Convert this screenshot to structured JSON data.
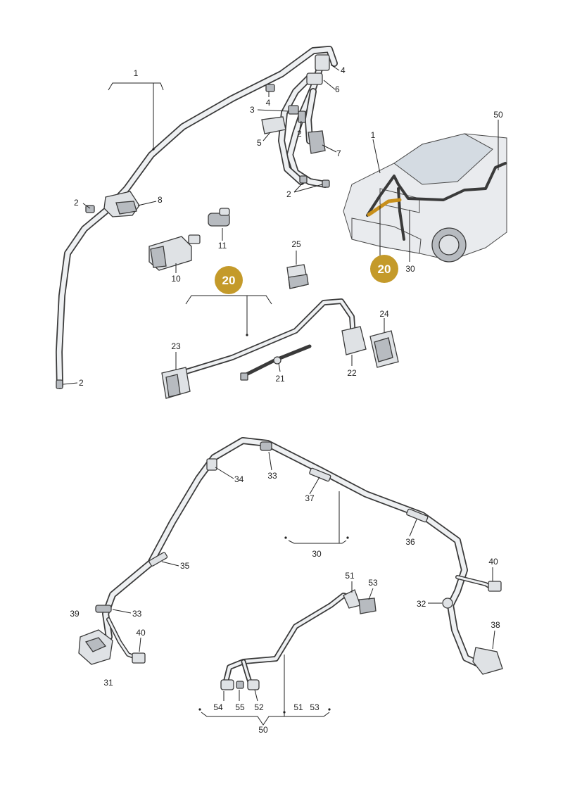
{
  "badge": {
    "number": "20",
    "color": "#c49a2a"
  },
  "colors": {
    "highlight_wire": "#c8901c",
    "wire_outline": "#3a3a3a",
    "wire_fill": "#eef0f2"
  },
  "labels": {
    "p1_main": "1",
    "p4a": "4",
    "p6": "6",
    "p4b": "4",
    "p3": "3",
    "p2a": "2",
    "p5": "5",
    "p7": "7",
    "p2b": "2",
    "p2c": "2",
    "p8": "8",
    "p11": "11",
    "p10": "10",
    "p25": "25",
    "p24": "24",
    "p23": "23",
    "p22": "22",
    "p21": "21",
    "p2d": "2",
    "car_p50": "50",
    "car_p1": "1",
    "car_p30": "30",
    "p34": "34",
    "p33a": "33",
    "p37": "37",
    "p36": "36",
    "p30": "30",
    "p35": "35",
    "p40a": "40",
    "p32": "32",
    "p39": "39",
    "p33b": "33",
    "p40b": "40",
    "p31": "31",
    "p38": "38",
    "p51a": "51",
    "p53a": "53",
    "p54": "54",
    "p55": "55",
    "p52": "52",
    "p51b": "51",
    "p53b": "53",
    "p50": "50"
  }
}
